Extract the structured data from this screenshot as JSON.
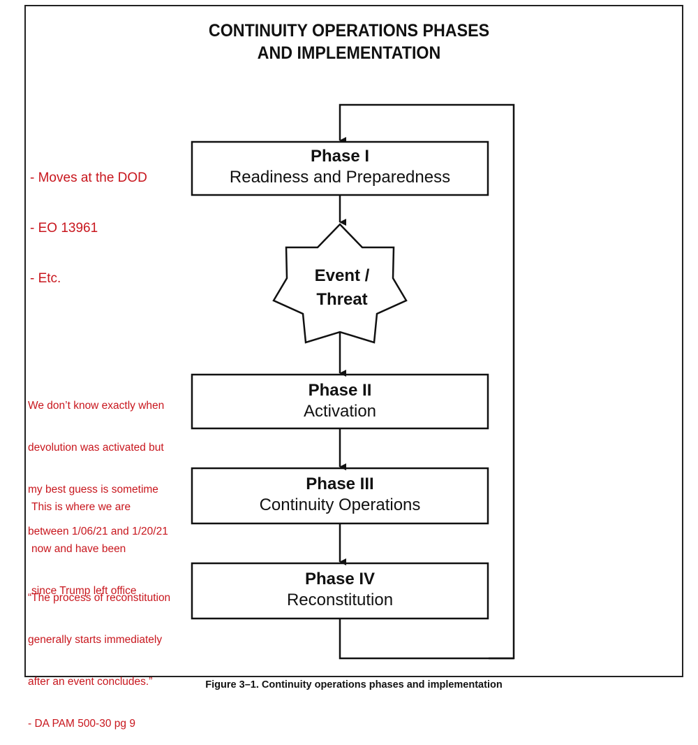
{
  "title": {
    "line1": "CONTINUITY OPERATIONS PHASES",
    "line2": "AND IMPLEMENTATION"
  },
  "phases": [
    {
      "label": "Phase I",
      "name": "Readiness and Preparedness"
    },
    {
      "label": "Phase II",
      "name": "Activation"
    },
    {
      "label": "Phase III",
      "name": "Continuity Operations"
    },
    {
      "label": "Phase IV",
      "name": "Reconstitution"
    }
  ],
  "event": {
    "line1": "Event /",
    "line2": "Threat"
  },
  "annotations": {
    "color": "#c8161d",
    "phase1": [
      "- Moves at the DOD",
      "- EO 13961",
      "- Etc."
    ],
    "phase2": [
      "We don’t know exactly when",
      "devolution was activated but",
      "my best guess is sometime",
      "between 1/06/21 and 1/20/21"
    ],
    "phase3": [
      "This is where we are",
      "now and have been",
      "since Trump left office"
    ],
    "phase4": [
      "“The process of reconstitution",
      "generally starts immediately",
      "after an event concludes.”",
      "- DA PAM 500-30 pg 9"
    ]
  },
  "caption": "Figure 3–1.  Continuity operations phases and implementation"
}
